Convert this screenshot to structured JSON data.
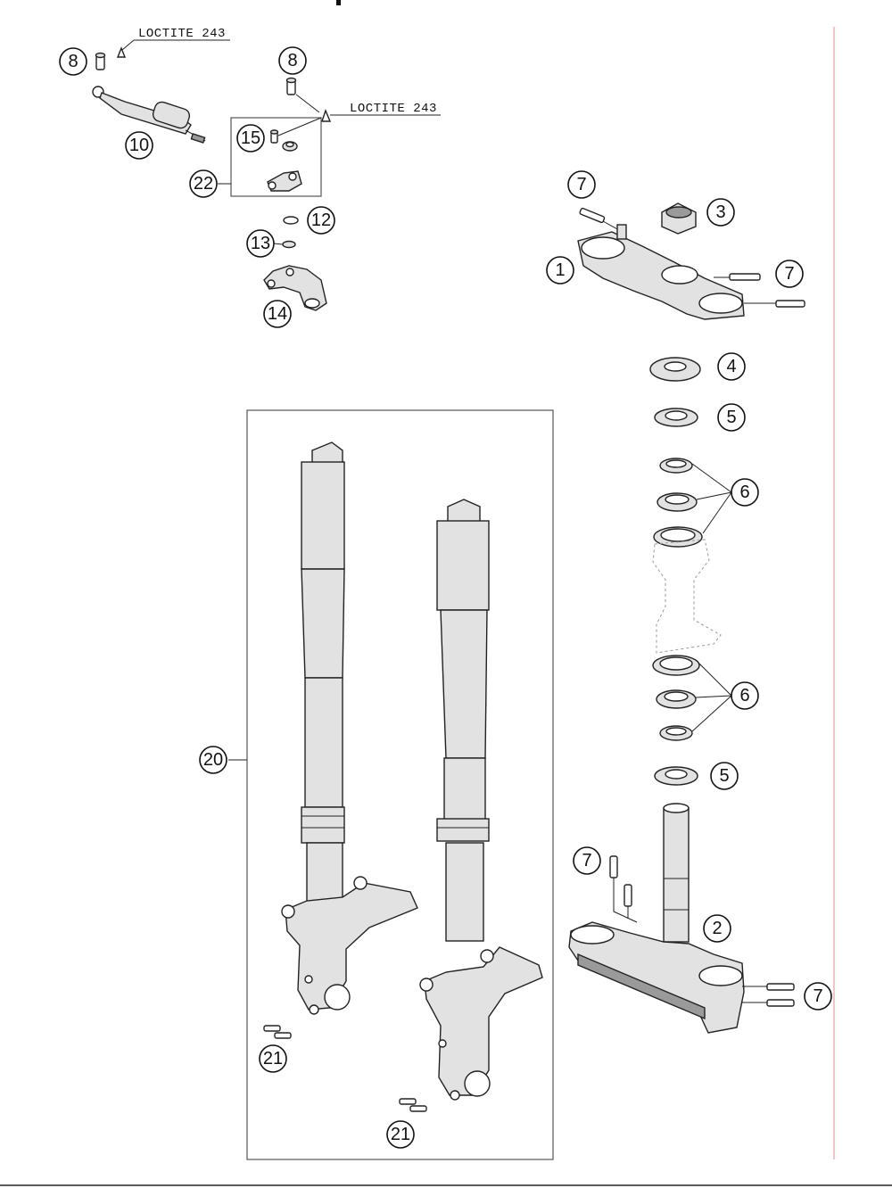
{
  "notes": [
    {
      "id": "loctite-note-1",
      "text": "LOCTITE 243"
    },
    {
      "id": "loctite-note-2",
      "text": "LOCTITE 243"
    }
  ],
  "callouts": [
    {
      "id": "callout-8-left",
      "label": "8"
    },
    {
      "id": "callout-8-right",
      "label": "8"
    },
    {
      "id": "callout-10",
      "label": "10"
    },
    {
      "id": "callout-15",
      "label": "15"
    },
    {
      "id": "callout-22",
      "label": "22"
    },
    {
      "id": "callout-12",
      "label": "12"
    },
    {
      "id": "callout-13",
      "label": "13"
    },
    {
      "id": "callout-14",
      "label": "14"
    },
    {
      "id": "callout-7-top",
      "label": "7"
    },
    {
      "id": "callout-3",
      "label": "3"
    },
    {
      "id": "callout-1",
      "label": "1"
    },
    {
      "id": "callout-7-mid",
      "label": "7"
    },
    {
      "id": "callout-4",
      "label": "4"
    },
    {
      "id": "callout-5-upper",
      "label": "5"
    },
    {
      "id": "callout-6-upper",
      "label": "6"
    },
    {
      "id": "callout-6-lower",
      "label": "6"
    },
    {
      "id": "callout-5-lower",
      "label": "5"
    },
    {
      "id": "callout-7-lower-left",
      "label": "7"
    },
    {
      "id": "callout-2",
      "label": "2"
    },
    {
      "id": "callout-7-lower-right",
      "label": "7"
    },
    {
      "id": "callout-20",
      "label": "20"
    },
    {
      "id": "callout-21-left",
      "label": "21"
    },
    {
      "id": "callout-21-right",
      "label": "21"
    }
  ],
  "colors": {
    "edge_line": "#e8a0a0",
    "stroke": "#222222",
    "fill": "#e2e2e2"
  }
}
